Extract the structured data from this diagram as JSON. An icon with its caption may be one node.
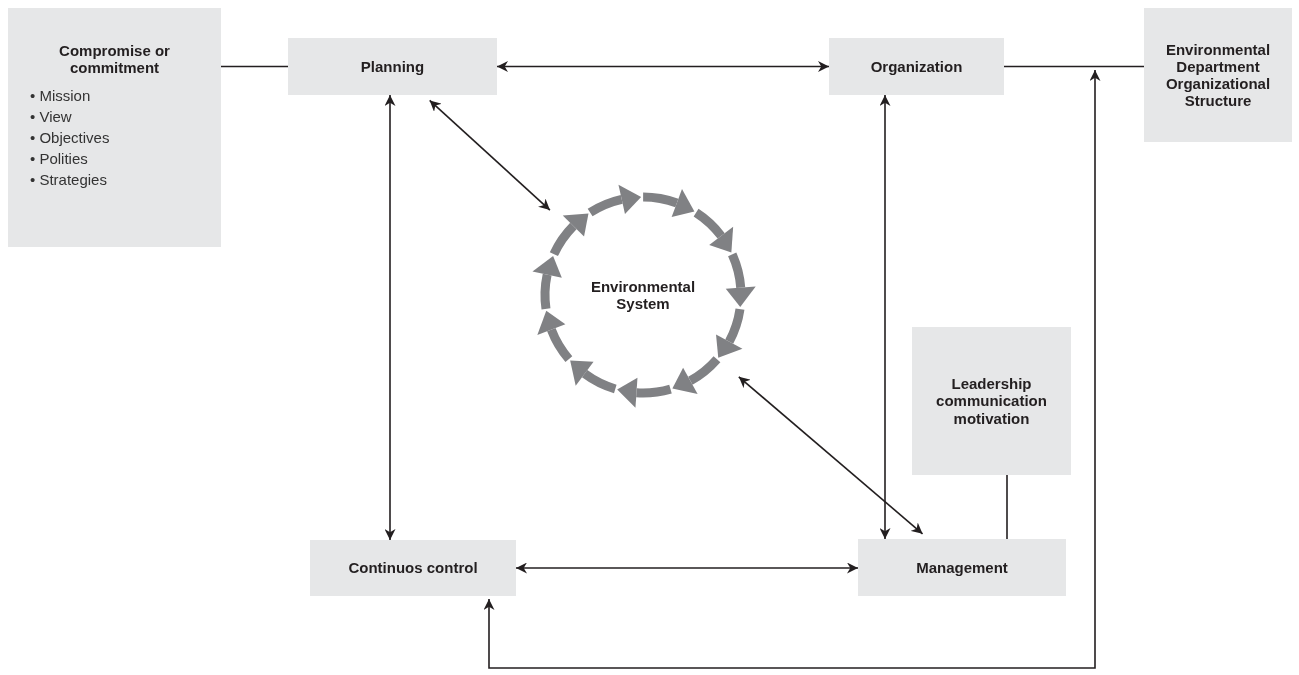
{
  "diagram": {
    "nodes": [
      {
        "text": [
          "Compromise or commitment",
          "• Mission",
          "• View",
          "• Objectives",
          "• Polities",
          "• Strategies"
        ]
      },
      {
        "text": [
          "Planning"
        ]
      },
      {
        "text": [
          "Organization"
        ]
      },
      {
        "text": [
          "Environmental Department Organizational Structure"
        ]
      },
      {
        "text": [
          "Environmental System"
        ]
      },
      {
        "text": [
          "Leadership communication motivation"
        ]
      },
      {
        "text": [
          "Continuos control"
        ]
      },
      {
        "text": [
          "Management"
        ]
      }
    ],
    "edges": [
      {
        "from": 0,
        "to": 1,
        "arrow": "none"
      },
      {
        "from": 1,
        "to": 2,
        "arrow": "both"
      },
      {
        "from": 2,
        "to": 3,
        "arrow": "none"
      },
      {
        "from": 1,
        "to": 6,
        "arrow": "both"
      },
      {
        "from": 1,
        "to": 4,
        "arrow": "both"
      },
      {
        "from": 2,
        "to": 7,
        "arrow": "both"
      },
      {
        "from": 4,
        "to": 7,
        "arrow": "both"
      },
      {
        "from": 6,
        "to": 7,
        "arrow": "both"
      },
      {
        "from": 5,
        "to": 7,
        "arrow": "none"
      },
      {
        "from": null,
        "to": 6,
        "arrow": "both"
      }
    ]
  }
}
